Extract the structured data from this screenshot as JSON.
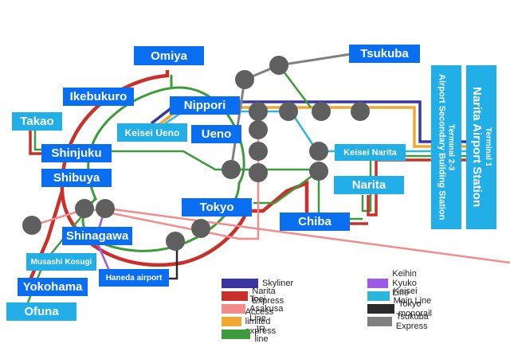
{
  "stations": {
    "omiya": "Omiya",
    "ikebukuro": "Ikebukuro",
    "takao": "Takao",
    "shinjuku": "Shinjuku",
    "shibuya": "Shibuya",
    "nippori": "Nippori",
    "keisei_ueno": "Keisei Ueno",
    "ueno": "Ueno",
    "tsukuba": "Tsukuba",
    "keisei_narita": "Keisei Narita",
    "narita": "Narita",
    "chiba": "Chiba",
    "tokyo": "Tokyo",
    "shinagawa": "Shinagawa",
    "musashi_kosugi": "Musashi Kosugi",
    "haneda": "Haneda airport",
    "yokohama": "Yokohama",
    "ofuna": "Ofuna",
    "terminal23_top": "Terminal 2-3",
    "terminal23_main": "Airport Secondary Building Station",
    "terminal1_top": "Terminal 1",
    "terminal1_main": "Narita Airport Station"
  },
  "legend": [
    {
      "label": "Skyliner",
      "color": "#3b35a0"
    },
    {
      "label": "Narita Express",
      "color": "#c8312a"
    },
    {
      "label": "Toei Asakusa Line",
      "color": "#f28c8c"
    },
    {
      "label": "Access limited express",
      "color": "#f0a830"
    },
    {
      "label": "JR line",
      "color": "#3f9a3c"
    },
    {
      "label": "Keihin Kyuko Line",
      "color": "#9b59e6"
    },
    {
      "label": "Keisei Main Line",
      "color": "#2ab6dd"
    },
    {
      "label": "Tokyo monorail",
      "color": "#2a2a2a"
    },
    {
      "label": "Tsukuba Express",
      "color": "#808080"
    }
  ],
  "colors": {
    "node": "#5f5f5f",
    "label_dark": "#0a6ef0",
    "label_light": "#22aee6"
  }
}
